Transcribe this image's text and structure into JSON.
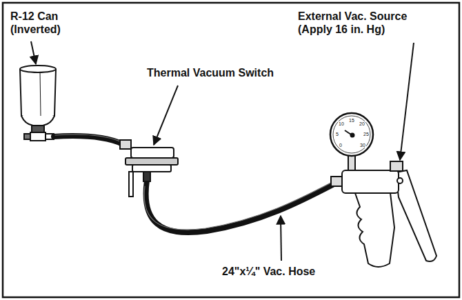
{
  "diagram": {
    "labels": [
      "R-12 Can (Inverted)",
      "External Vac. Source (Apply 16 in. Hg)",
      "Thermal Vacuum Switch",
      "15",
      "10",
      "20",
      "5",
      "25",
      "0",
      "30",
      "24\"x¼\" Vac. Hose"
    ]
  }
}
